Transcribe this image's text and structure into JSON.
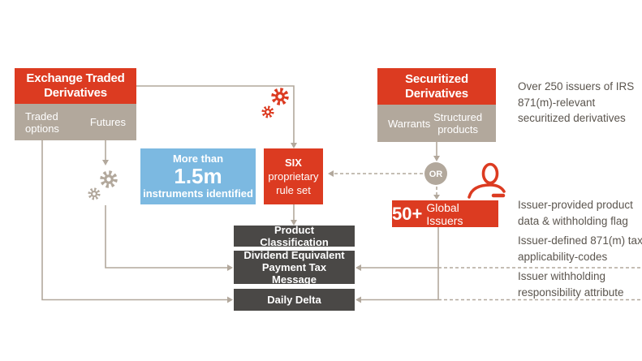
{
  "palette": {
    "red": "#dc3b21",
    "blue": "#7cb9e1",
    "taupe": "#b2a89c",
    "dark_box": "#4a4846",
    "annotation_text": "#5b554e",
    "connector": "#b2a89c"
  },
  "nodes": {
    "exchange": {
      "title": "Exchange Traded Derivatives",
      "sub_left": "Traded options",
      "sub_right": "Futures"
    },
    "securitized": {
      "title": "Securitized Derivatives",
      "sub_left": "Warrants",
      "sub_right": "Structured products"
    },
    "instruments": {
      "prefix": "More than",
      "figure": "1.5m",
      "suffix": "instruments identified"
    },
    "rule_set": {
      "brand": "SIX",
      "line2": "proprietary",
      "line3": "rule set"
    },
    "or_badge": "OR",
    "global_issuers": {
      "figure": "50+",
      "label": "Global Issuers"
    },
    "outputs": [
      "Product Classification",
      "Dividend Equivalent Payment Tax Message",
      "Daily Delta"
    ]
  },
  "annotations": [
    "Over 250 issuers of IRS 871(m)-relevant securitized derivatives",
    "Issuer-provided product data & withholding flag",
    "Issuer-defined 871(m) tax applicability-codes",
    "Issuer withholding responsibility attribute"
  ],
  "icons": {
    "processing_red": "gears-icon",
    "processing_gray": "gears-icon",
    "issuer": "person-icon",
    "choice": "or-badge"
  }
}
